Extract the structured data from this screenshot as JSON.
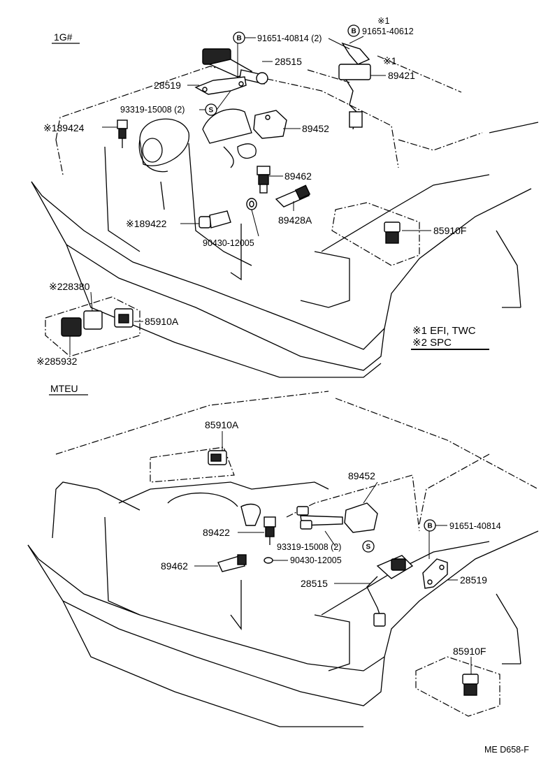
{
  "sections": {
    "top": "1G#",
    "bottom": "MTEU"
  },
  "top_labels": {
    "bolt_b_1": "91651-40814 (2)",
    "bolt_b_2": "91651-40612",
    "mark_1a": "※1",
    "mark_1b": "※1",
    "p28515": "28515",
    "p89421": "89421",
    "p28519": "28519",
    "screw_s": "93319-15008 (2)",
    "p89424": "※189424",
    "p89452": "89452",
    "p89462": "89462",
    "p89428a": "89428A",
    "p89422": "※189422",
    "p85910f": "85910F",
    "washer": "90430-12005",
    "p28380": "※228380",
    "p85910a": "85910A",
    "p85932": "※285932"
  },
  "notes": {
    "n1": "※1 EFI, TWC",
    "n2": "※2 SPC"
  },
  "bottom_labels": {
    "p85910a": "85910A",
    "p89452": "89452",
    "bolt_b": "91651-40814",
    "p89422": "89422",
    "screw_s": "93319-15008 (2)",
    "p89462": "89462",
    "washer": "90430-12005",
    "p28515": "28515",
    "p28519": "28519",
    "p85910f": "85910F"
  },
  "symbols": {
    "b": "B",
    "s": "S"
  },
  "footer": "ME  D658-F"
}
